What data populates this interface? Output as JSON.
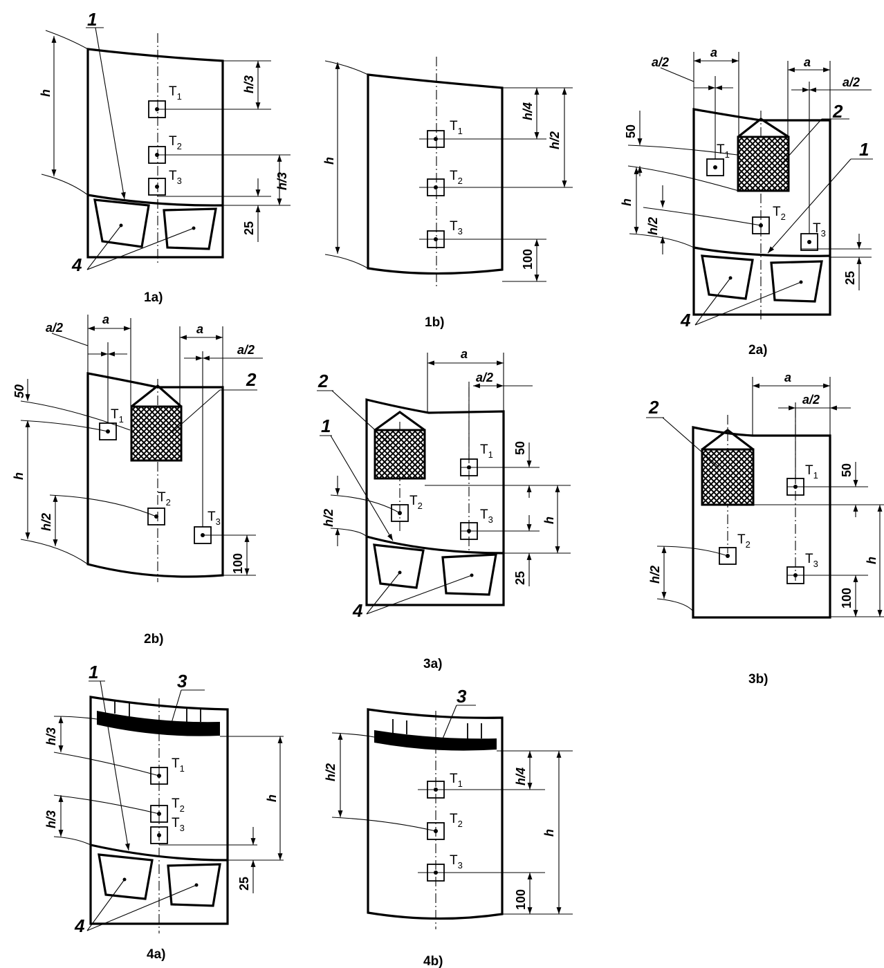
{
  "figures": {
    "f1a": {
      "caption": "1a)",
      "points": [
        "T1",
        "T2",
        "T3"
      ],
      "dims": [
        "h",
        "h/3",
        "h/3",
        "25"
      ],
      "callouts": [
        "1",
        "4"
      ]
    },
    "f1b": {
      "caption": "1b)",
      "points": [
        "T1",
        "T2",
        "T3"
      ],
      "dims": [
        "h",
        "h/4",
        "h/2",
        "100"
      ]
    },
    "f2a": {
      "caption": "2a)",
      "points": [
        "T1",
        "T2",
        "T3"
      ],
      "dims": [
        "a/2",
        "a",
        "a",
        "a/2",
        "50",
        "h",
        "h/2",
        "25"
      ],
      "callouts": [
        "2",
        "1",
        "4"
      ]
    },
    "f2b": {
      "caption": "2b)",
      "points": [
        "T1",
        "T2",
        "T3"
      ],
      "dims": [
        "a/2",
        "a",
        "a",
        "a/2",
        "50",
        "h",
        "h/2",
        "100"
      ],
      "callouts": [
        "2"
      ]
    },
    "f3a": {
      "caption": "3a)",
      "points": [
        "T1",
        "T2",
        "T3"
      ],
      "dims": [
        "a",
        "a/2",
        "50",
        "h/2",
        "h",
        "25"
      ],
      "callouts": [
        "2",
        "1",
        "4"
      ]
    },
    "f3b": {
      "caption": "3b)",
      "points": [
        "T1",
        "T2",
        "T3"
      ],
      "dims": [
        "a",
        "a/2",
        "50",
        "h/2",
        "h",
        "100"
      ],
      "callouts": [
        "2"
      ]
    },
    "f4a": {
      "caption": "4a)",
      "points": [
        "T1",
        "T2",
        "T3"
      ],
      "dims": [
        "h/3",
        "h/3",
        "h",
        "25"
      ],
      "callouts": [
        "1",
        "3",
        "4"
      ]
    },
    "f4b": {
      "caption": "4b)",
      "points": [
        "T1",
        "T2",
        "T3"
      ],
      "dims": [
        "h/2",
        "h/4",
        "h",
        "100"
      ],
      "callouts": [
        "3"
      ]
    }
  }
}
